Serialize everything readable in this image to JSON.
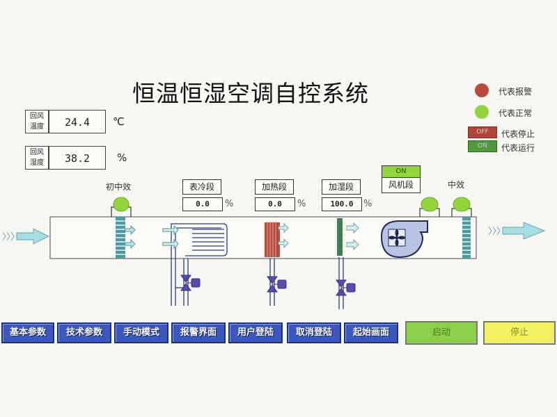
{
  "title": "恒温恒湿空调自控系统",
  "legend": {
    "alarm": {
      "label": "代表报警",
      "color": "#b84a40"
    },
    "normal": {
      "label": "代表正常",
      "color": "#93d63c"
    },
    "stop": {
      "box_text": "OFF",
      "label": "代表停止",
      "color": "#b0463a"
    },
    "run": {
      "box_text": "ON",
      "label": "代表运行",
      "color": "#4f9a3c"
    }
  },
  "readouts": [
    {
      "label_line1": "回风",
      "label_line2": "温度",
      "value": "24.4",
      "unit": "℃"
    },
    {
      "label_line1": "回风",
      "label_line2": "湿度",
      "value": "38.2",
      "unit": "%"
    }
  ],
  "sections": {
    "cooling": {
      "label": "表冷段",
      "value": "0.0",
      "unit": "%"
    },
    "heating": {
      "label": "加热段",
      "value": "0.0",
      "unit": "%"
    },
    "humidify": {
      "label": "加湿段",
      "value": "100.0",
      "unit": "%"
    },
    "fan": {
      "label": "风机段",
      "status": "ON",
      "status_color": "#93d63c"
    }
  },
  "filters": {
    "primary": {
      "label": "初中效",
      "status": "normal"
    },
    "medium": {
      "label": "中效",
      "status": "normal"
    }
  },
  "nav": [
    {
      "label": "基本参数"
    },
    {
      "label": "技术参数"
    },
    {
      "label": "手动模式"
    },
    {
      "label": "报警界面"
    },
    {
      "label": "用户登陆"
    },
    {
      "label": "取消登陆"
    },
    {
      "label": "起始画面"
    }
  ],
  "controls": {
    "start": {
      "label": "启动",
      "color": "#8bd048"
    },
    "stop": {
      "label": "停止",
      "color": "#f2f261"
    }
  }
}
